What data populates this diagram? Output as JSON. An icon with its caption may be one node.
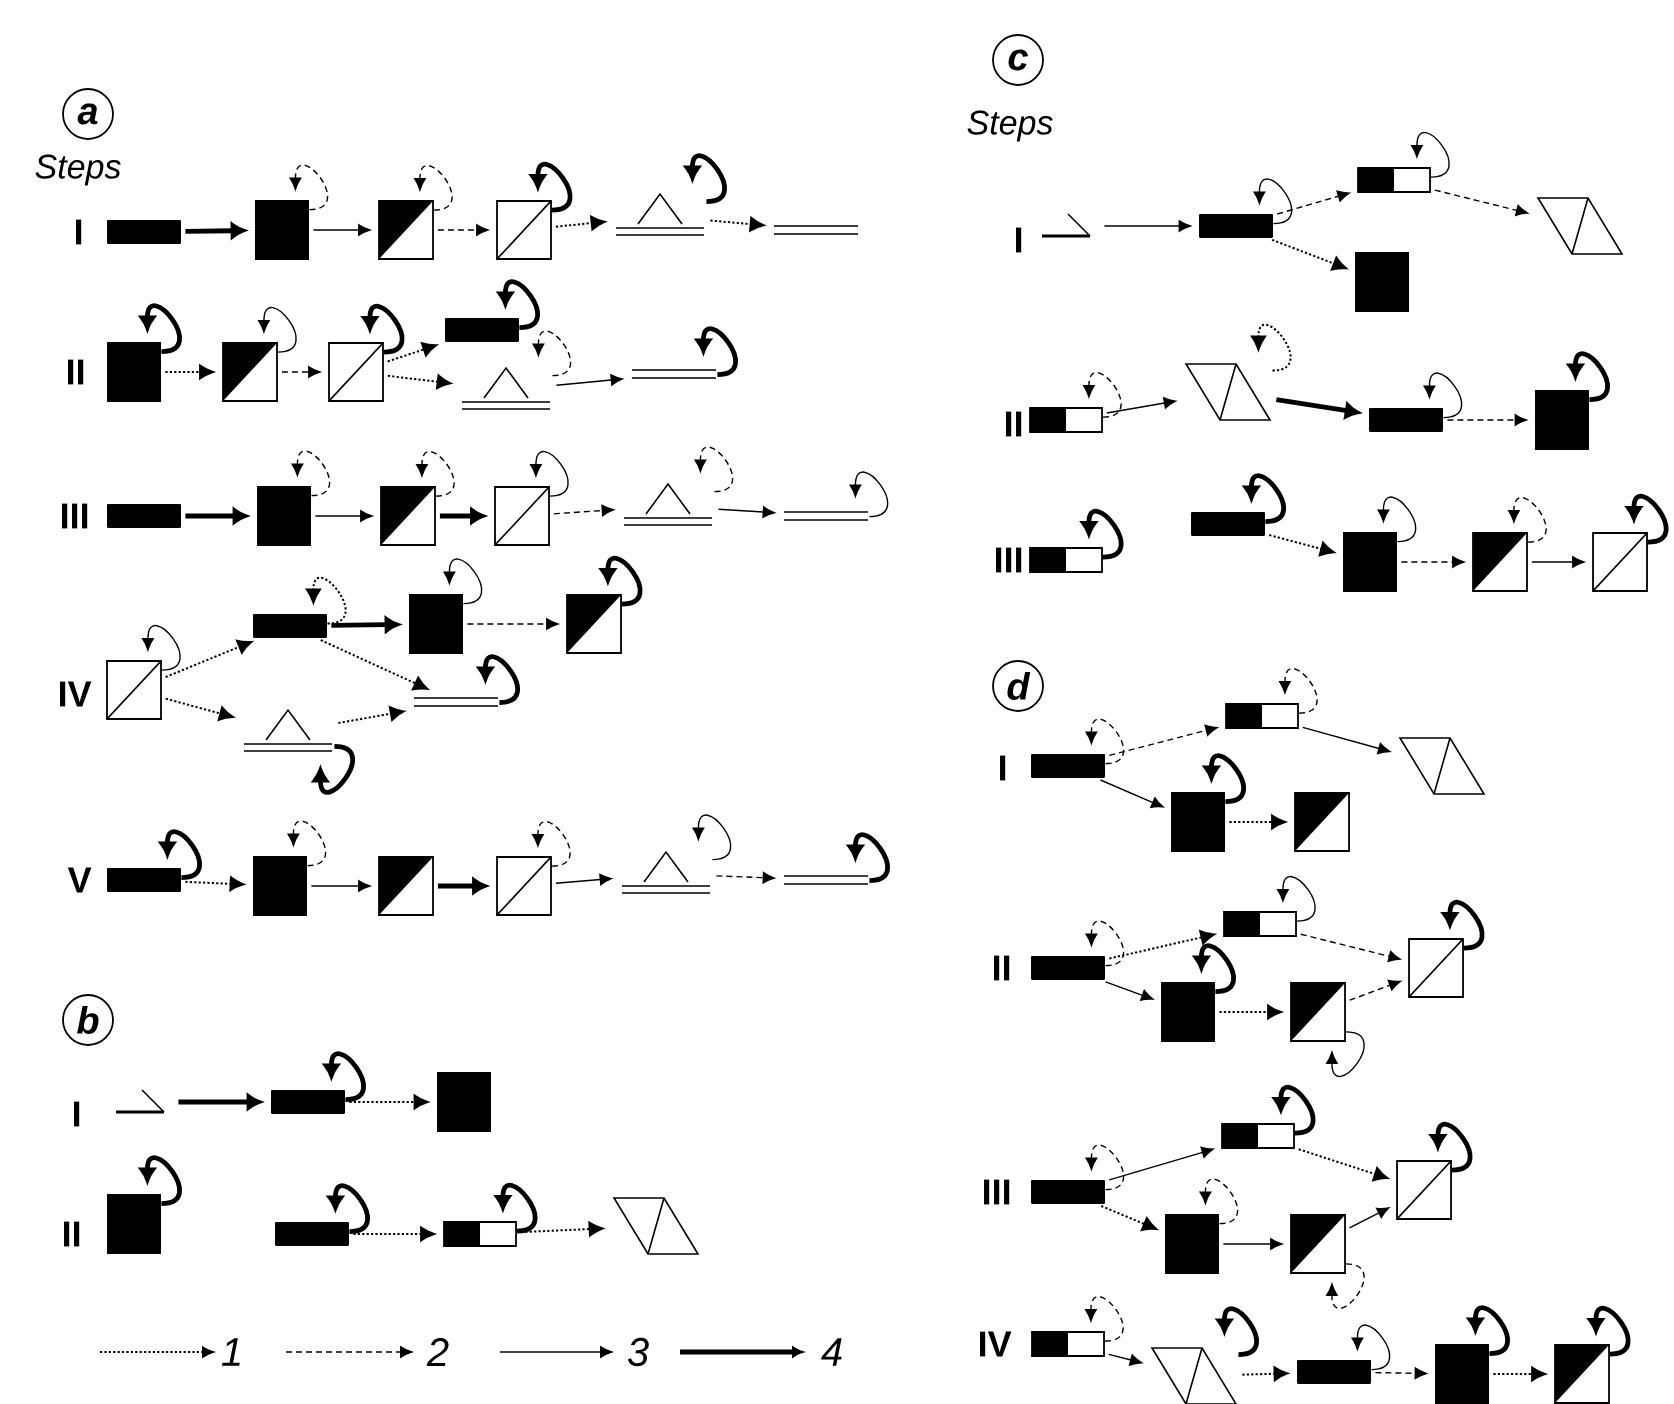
{
  "diagram": {
    "nodes": [
      {
        "text": [],
        "shape": "bar"
      },
      {
        "text": [],
        "shape": "block"
      },
      {
        "text": [],
        "shape": "halfblock"
      },
      {
        "text": [],
        "shape": "square"
      },
      {
        "text": [],
        "shape": "triangle"
      },
      {
        "text": [],
        "shape": "lines"
      },
      {
        "text": [],
        "shape": "block"
      },
      {
        "text": [],
        "shape": "halfblock"
      },
      {
        "text": [],
        "shape": "square"
      },
      {
        "text": [],
        "shape": "bar"
      },
      {
        "text": [],
        "shape": "triangle"
      },
      {
        "text": [],
        "shape": "lines"
      },
      {
        "text": [],
        "shape": "bar"
      },
      {
        "text": [],
        "shape": "block"
      },
      {
        "text": [],
        "shape": "halfblock"
      },
      {
        "text": [],
        "shape": "square"
      },
      {
        "text": [],
        "shape": "triangle"
      },
      {
        "text": [],
        "shape": "lines"
      },
      {
        "text": [],
        "shape": "square"
      },
      {
        "text": [],
        "shape": "bar"
      },
      {
        "text": [],
        "shape": "block"
      },
      {
        "text": [],
        "shape": "halfblock"
      },
      {
        "text": [],
        "shape": "triangle"
      },
      {
        "text": [],
        "shape": "lines"
      },
      {
        "text": [],
        "shape": "bar"
      },
      {
        "text": [],
        "shape": "block"
      },
      {
        "text": [],
        "shape": "halfblock"
      },
      {
        "text": [],
        "shape": "square"
      },
      {
        "text": [],
        "shape": "triangle"
      },
      {
        "text": [],
        "shape": "lines"
      },
      {
        "text": [],
        "shape": "hook"
      },
      {
        "text": [],
        "shape": "bar"
      },
      {
        "text": [],
        "shape": "block"
      },
      {
        "text": [],
        "shape": "block"
      },
      {
        "text": [],
        "shape": "bar"
      },
      {
        "text": [],
        "shape": "halfbar"
      },
      {
        "text": [],
        "shape": "rhombus"
      },
      {
        "text": [],
        "shape": "hook"
      },
      {
        "text": [],
        "shape": "bar"
      },
      {
        "text": [],
        "shape": "halfbar"
      },
      {
        "text": [],
        "shape": "rhombus"
      },
      {
        "text": [],
        "shape": "block"
      },
      {
        "text": [],
        "shape": "halfbar"
      },
      {
        "text": [],
        "shape": "rhombus"
      },
      {
        "text": [],
        "shape": "bar"
      },
      {
        "text": [],
        "shape": "block"
      },
      {
        "text": [],
        "shape": "halfbar"
      },
      {
        "text": [],
        "shape": "bar"
      },
      {
        "text": [],
        "shape": "block"
      },
      {
        "text": [],
        "shape": "halfblock"
      },
      {
        "text": [],
        "shape": "square"
      },
      {
        "text": [],
        "shape": "bar"
      },
      {
        "text": [],
        "shape": "halfbar"
      },
      {
        "text": [],
        "shape": "rhombus"
      },
      {
        "text": [],
        "shape": "block"
      },
      {
        "text": [],
        "shape": "halfblock"
      },
      {
        "text": [],
        "shape": "bar"
      },
      {
        "text": [],
        "shape": "halfbar"
      },
      {
        "text": [],
        "shape": "square"
      },
      {
        "text": [],
        "shape": "block"
      },
      {
        "text": [],
        "shape": "halfblock"
      },
      {
        "text": [],
        "shape": "bar"
      },
      {
        "text": [],
        "shape": "halfbar"
      },
      {
        "text": [],
        "shape": "square"
      },
      {
        "text": [],
        "shape": "block"
      },
      {
        "text": [],
        "shape": "halfblock"
      },
      {
        "text": [],
        "shape": "halfbar"
      },
      {
        "text": [],
        "shape": "rhombus"
      },
      {
        "text": [],
        "shape": "bar"
      },
      {
        "text": [],
        "shape": "block"
      },
      {
        "text": [],
        "shape": "halfblock"
      }
    ],
    "edges": [
      {
        "from": 0,
        "to": 1,
        "arrow": "to",
        "style": "thick"
      },
      {
        "from": 1,
        "to": 1,
        "arrow": "to",
        "style": "dashed"
      },
      {
        "from": 1,
        "to": 2,
        "arrow": "to"
      },
      {
        "from": 2,
        "to": 2,
        "arrow": "to",
        "style": "dashed"
      },
      {
        "from": 2,
        "to": 3,
        "arrow": "to",
        "style": "dashed"
      },
      {
        "from": 3,
        "to": 3,
        "arrow": "to",
        "style": "thick"
      },
      {
        "from": 3,
        "to": 4,
        "arrow": "to",
        "style": "dashed"
      },
      {
        "from": 4,
        "to": 4,
        "arrow": "to",
        "style": "thick"
      },
      {
        "from": 4,
        "to": 5,
        "arrow": "to",
        "style": "dashed"
      },
      {
        "from": 6,
        "to": 6,
        "arrow": "to",
        "style": "thick"
      },
      {
        "from": 6,
        "to": 7,
        "arrow": "to",
        "style": "dashed"
      },
      {
        "from": 7,
        "to": 7,
        "arrow": "to"
      },
      {
        "from": 7,
        "to": 8,
        "arrow": "to",
        "style": "dashed"
      },
      {
        "from": 8,
        "to": 8,
        "arrow": "to",
        "style": "thick"
      },
      {
        "from": 8,
        "to": 9,
        "arrow": "to",
        "style": "dashed"
      },
      {
        "from": 9,
        "to": 9,
        "arrow": "to",
        "style": "thick"
      },
      {
        "from": 8,
        "to": 10,
        "arrow": "to",
        "style": "dashed"
      },
      {
        "from": 10,
        "to": 10,
        "arrow": "to",
        "style": "dashed"
      },
      {
        "from": 10,
        "to": 11,
        "arrow": "to"
      },
      {
        "from": 11,
        "to": 11,
        "arrow": "to",
        "style": "thick"
      },
      {
        "from": 12,
        "to": 13,
        "arrow": "to",
        "style": "thick"
      },
      {
        "from": 13,
        "to": 13,
        "arrow": "to",
        "style": "dashed"
      },
      {
        "from": 13,
        "to": 14,
        "arrow": "to"
      },
      {
        "from": 14,
        "to": 14,
        "arrow": "to",
        "style": "dashed"
      },
      {
        "from": 14,
        "to": 15,
        "arrow": "to",
        "style": "thick"
      },
      {
        "from": 15,
        "to": 15,
        "arrow": "to"
      },
      {
        "from": 15,
        "to": 16,
        "arrow": "to",
        "style": "dashed"
      },
      {
        "from": 16,
        "to": 16,
        "arrow": "to",
        "style": "dashed"
      },
      {
        "from": 16,
        "to": 17,
        "arrow": "to"
      },
      {
        "from": 17,
        "to": 17,
        "arrow": "to"
      },
      {
        "from": 18,
        "to": 18,
        "arrow": "to"
      },
      {
        "from": 18,
        "to": 19,
        "arrow": "to",
        "style": "dashed"
      },
      {
        "from": 19,
        "to": 19,
        "arrow": "to",
        "style": "dashed"
      },
      {
        "from": 19,
        "to": 20,
        "arrow": "to",
        "style": "thick"
      },
      {
        "from": 20,
        "to": 20,
        "arrow": "to"
      },
      {
        "from": 20,
        "to": 21,
        "arrow": "to",
        "style": "dashed"
      },
      {
        "from": 21,
        "to": 21,
        "arrow": "to",
        "style": "thick"
      },
      {
        "from": 18,
        "to": 22,
        "arrow": "to",
        "style": "dashed"
      },
      {
        "from": 22,
        "to": 22,
        "arrow": "to",
        "style": "thick"
      },
      {
        "from": 19,
        "to": 23,
        "arrow": "to",
        "style": "dashed"
      },
      {
        "from": 22,
        "to": 23,
        "arrow": "to",
        "style": "dashed"
      },
      {
        "from": 23,
        "to": 23,
        "arrow": "to",
        "style": "thick"
      },
      {
        "from": 24,
        "to": 24,
        "arrow": "to",
        "style": "thick"
      },
      {
        "from": 24,
        "to": 25,
        "arrow": "to",
        "style": "dashed"
      },
      {
        "from": 25,
        "to": 25,
        "arrow": "to",
        "style": "dashed"
      },
      {
        "from": 25,
        "to": 26,
        "arrow": "to"
      },
      {
        "from": 26,
        "to": 27,
        "arrow": "to",
        "style": "thick"
      },
      {
        "from": 27,
        "to": 27,
        "arrow": "to",
        "style": "dashed"
      },
      {
        "from": 27,
        "to": 28,
        "arrow": "to"
      },
      {
        "from": 28,
        "to": 28,
        "arrow": "to"
      },
      {
        "from": 28,
        "to": 29,
        "arrow": "to",
        "style": "dashed"
      },
      {
        "from": 29,
        "to": 29,
        "arrow": "to",
        "style": "thick"
      },
      {
        "from": 30,
        "to": 31,
        "arrow": "to",
        "style": "thick"
      },
      {
        "from": 31,
        "to": 31,
        "arrow": "to",
        "style": "thick"
      },
      {
        "from": 31,
        "to": 32,
        "arrow": "to",
        "style": "dashed"
      },
      {
        "from": 33,
        "to": 33,
        "arrow": "to",
        "style": "thick"
      },
      {
        "from": 34,
        "to": 34,
        "arrow": "to",
        "style": "thick"
      },
      {
        "from": 34,
        "to": 35,
        "arrow": "to",
        "style": "dashed"
      },
      {
        "from": 35,
        "to": 35,
        "arrow": "to",
        "style": "thick"
      },
      {
        "from": 35,
        "to": 36,
        "arrow": "to",
        "style": "dashed"
      },
      {
        "from": 37,
        "to": 38,
        "arrow": "to"
      },
      {
        "from": 38,
        "to": 38,
        "arrow": "to"
      },
      {
        "from": 38,
        "to": 39,
        "arrow": "to",
        "style": "dashed"
      },
      {
        "from": 39,
        "to": 39,
        "arrow": "to"
      },
      {
        "from": 39,
        "to": 40,
        "arrow": "to",
        "style": "dashed"
      },
      {
        "from": 38,
        "to": 41,
        "arrow": "to",
        "style": "dashed"
      },
      {
        "from": 42,
        "to": 42,
        "arrow": "to",
        "style": "dashed"
      },
      {
        "from": 42,
        "to": 43,
        "arrow": "to"
      },
      {
        "from": 43,
        "to": 43,
        "arrow": "to",
        "style": "dashed"
      },
      {
        "from": 43,
        "to": 44,
        "arrow": "to",
        "style": "thick"
      },
      {
        "from": 44,
        "to": 44,
        "arrow": "to"
      },
      {
        "from": 44,
        "to": 45,
        "arrow": "to",
        "style": "dashed"
      },
      {
        "from": 45,
        "to": 45,
        "arrow": "to",
        "style": "thick"
      },
      {
        "from": 46,
        "to": 46,
        "arrow": "to",
        "style": "thick"
      },
      {
        "from": 47,
        "to": 47,
        "arrow": "to",
        "style": "thick"
      },
      {
        "from": 47,
        "to": 48,
        "arrow": "to",
        "style": "dashed"
      },
      {
        "from": 48,
        "to": 48,
        "arrow": "to"
      },
      {
        "from": 48,
        "to": 49,
        "arrow": "to",
        "style": "dashed"
      },
      {
        "from": 49,
        "to": 49,
        "arrow": "to",
        "style": "dashed"
      },
      {
        "from": 49,
        "to": 50,
        "arrow": "to"
      },
      {
        "from": 50,
        "to": 50,
        "arrow": "to",
        "style": "thick"
      },
      {
        "from": 51,
        "to": 51,
        "arrow": "to",
        "style": "dashed"
      },
      {
        "from": 51,
        "to": 52,
        "arrow": "to",
        "style": "dashed"
      },
      {
        "from": 52,
        "to": 52,
        "arrow": "to",
        "style": "dashed"
      },
      {
        "from": 52,
        "to": 53,
        "arrow": "to"
      },
      {
        "from": 51,
        "to": 54,
        "arrow": "to"
      },
      {
        "from": 54,
        "to": 54,
        "arrow": "to",
        "style": "thick"
      },
      {
        "from": 54,
        "to": 55,
        "arrow": "to",
        "style": "dashed"
      },
      {
        "from": 56,
        "to": 56,
        "arrow": "to",
        "style": "dashed"
      },
      {
        "from": 56,
        "to": 57,
        "arrow": "to",
        "style": "dashed"
      },
      {
        "from": 57,
        "to": 57,
        "arrow": "to"
      },
      {
        "from": 57,
        "to": 58,
        "arrow": "to",
        "style": "dashed"
      },
      {
        "from": 58,
        "to": 58,
        "arrow": "to",
        "style": "thick"
      },
      {
        "from": 56,
        "to": 59,
        "arrow": "to"
      },
      {
        "from": 59,
        "to": 59,
        "arrow": "to",
        "style": "thick"
      },
      {
        "from": 59,
        "to": 60,
        "arrow": "to",
        "style": "dashed"
      },
      {
        "from": 60,
        "to": 60,
        "arrow": "to"
      },
      {
        "from": 60,
        "to": 58,
        "arrow": "to",
        "style": "dashed"
      },
      {
        "from": 61,
        "to": 61,
        "arrow": "to",
        "style": "dashed"
      },
      {
        "from": 61,
        "to": 62,
        "arrow": "to"
      },
      {
        "from": 62,
        "to": 62,
        "arrow": "to",
        "style": "thick"
      },
      {
        "from": 62,
        "to": 63,
        "arrow": "to",
        "style": "dashed"
      },
      {
        "from": 63,
        "to": 63,
        "arrow": "to",
        "style": "thick"
      },
      {
        "from": 61,
        "to": 64,
        "arrow": "to",
        "style": "dashed"
      },
      {
        "from": 64,
        "to": 64,
        "arrow": "to",
        "style": "dashed"
      },
      {
        "from": 64,
        "to": 65,
        "arrow": "to"
      },
      {
        "from": 65,
        "to": 65,
        "arrow": "to",
        "style": "dashed"
      },
      {
        "from": 65,
        "to": 63,
        "arrow": "to"
      },
      {
        "from": 66,
        "to": 66,
        "arrow": "to",
        "style": "dashed"
      },
      {
        "from": 66,
        "to": 67,
        "arrow": "to"
      },
      {
        "from": 67,
        "to": 67,
        "arrow": "to",
        "style": "thick"
      },
      {
        "from": 67,
        "to": 68,
        "arrow": "to",
        "style": "dashed"
      },
      {
        "from": 68,
        "to": 68,
        "arrow": "to"
      },
      {
        "from": 68,
        "to": 69,
        "arrow": "to",
        "style": "dashed"
      },
      {
        "from": 69,
        "to": 69,
        "arrow": "to",
        "style": "thick"
      },
      {
        "from": 69,
        "to": 70,
        "arrow": "to",
        "style": "dashed"
      },
      {
        "from": 70,
        "to": 70,
        "arrow": "to",
        "style": "thick"
      }
    ],
    "labels": [
      "a",
      "Steps",
      "I",
      "II",
      "III",
      "IV",
      "V",
      "b",
      "I",
      "II",
      "c",
      "Steps",
      "I",
      "II",
      "III",
      "d",
      "I",
      "II",
      "III",
      "IV"
    ],
    "legend": [
      {
        "text": "1"
      },
      {
        "text": "2"
      },
      {
        "text": "3"
      },
      {
        "text": "4"
      }
    ]
  }
}
